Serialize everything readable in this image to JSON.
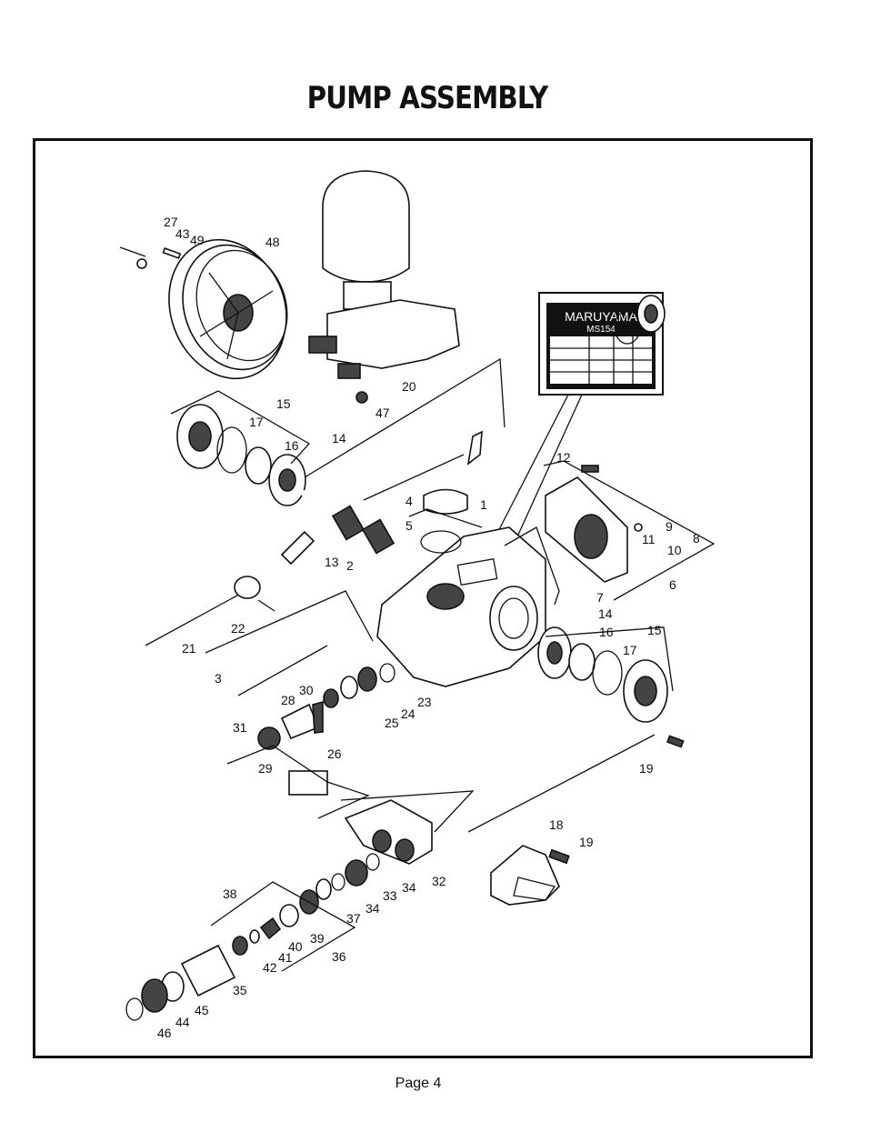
{
  "page_title": "PUMP ASSEMBLY",
  "footer": {
    "page_label": "Page 4"
  },
  "nameplate": {
    "brand": "MARUYAMA",
    "model": "MS154"
  },
  "callouts": [
    {
      "id": "c1",
      "label": "1"
    },
    {
      "id": "c2",
      "label": "2"
    },
    {
      "id": "c3",
      "label": "3"
    },
    {
      "id": "c4",
      "label": "4"
    },
    {
      "id": "c5",
      "label": "5"
    },
    {
      "id": "c6",
      "label": "6"
    },
    {
      "id": "c7",
      "label": "7"
    },
    {
      "id": "c8",
      "label": "8"
    },
    {
      "id": "c9",
      "label": "9"
    },
    {
      "id": "c10",
      "label": "10"
    },
    {
      "id": "c11",
      "label": "11"
    },
    {
      "id": "c12",
      "label": "12"
    },
    {
      "id": "c13",
      "label": "13"
    },
    {
      "id": "c14a",
      "label": "14"
    },
    {
      "id": "c14b",
      "label": "14"
    },
    {
      "id": "c15a",
      "label": "15"
    },
    {
      "id": "c15b",
      "label": "15"
    },
    {
      "id": "c16a",
      "label": "16"
    },
    {
      "id": "c16b",
      "label": "16"
    },
    {
      "id": "c17a",
      "label": "17"
    },
    {
      "id": "c17b",
      "label": "17"
    },
    {
      "id": "c18",
      "label": "18"
    },
    {
      "id": "c19a",
      "label": "19"
    },
    {
      "id": "c19b",
      "label": "19"
    },
    {
      "id": "c20",
      "label": "20"
    },
    {
      "id": "c21",
      "label": "21"
    },
    {
      "id": "c22",
      "label": "22"
    },
    {
      "id": "c23",
      "label": "23"
    },
    {
      "id": "c24",
      "label": "24"
    },
    {
      "id": "c25",
      "label": "25"
    },
    {
      "id": "c26",
      "label": "26"
    },
    {
      "id": "c27",
      "label": "27"
    },
    {
      "id": "c28",
      "label": "28"
    },
    {
      "id": "c29",
      "label": "29"
    },
    {
      "id": "c30",
      "label": "30"
    },
    {
      "id": "c31",
      "label": "31"
    },
    {
      "id": "c32",
      "label": "32"
    },
    {
      "id": "c33",
      "label": "33"
    },
    {
      "id": "c34a",
      "label": "34"
    },
    {
      "id": "c34b",
      "label": "34"
    },
    {
      "id": "c35",
      "label": "35"
    },
    {
      "id": "c36",
      "label": "36"
    },
    {
      "id": "c37",
      "label": "37"
    },
    {
      "id": "c38",
      "label": "38"
    },
    {
      "id": "c39",
      "label": "39"
    },
    {
      "id": "c40",
      "label": "40"
    },
    {
      "id": "c41",
      "label": "41"
    },
    {
      "id": "c42",
      "label": "42"
    },
    {
      "id": "c43",
      "label": "43"
    },
    {
      "id": "c44",
      "label": "44"
    },
    {
      "id": "c45",
      "label": "45"
    },
    {
      "id": "c46",
      "label": "46"
    },
    {
      "id": "c47",
      "label": "47"
    },
    {
      "id": "c48",
      "label": "48"
    },
    {
      "id": "c49",
      "label": "49"
    }
  ]
}
